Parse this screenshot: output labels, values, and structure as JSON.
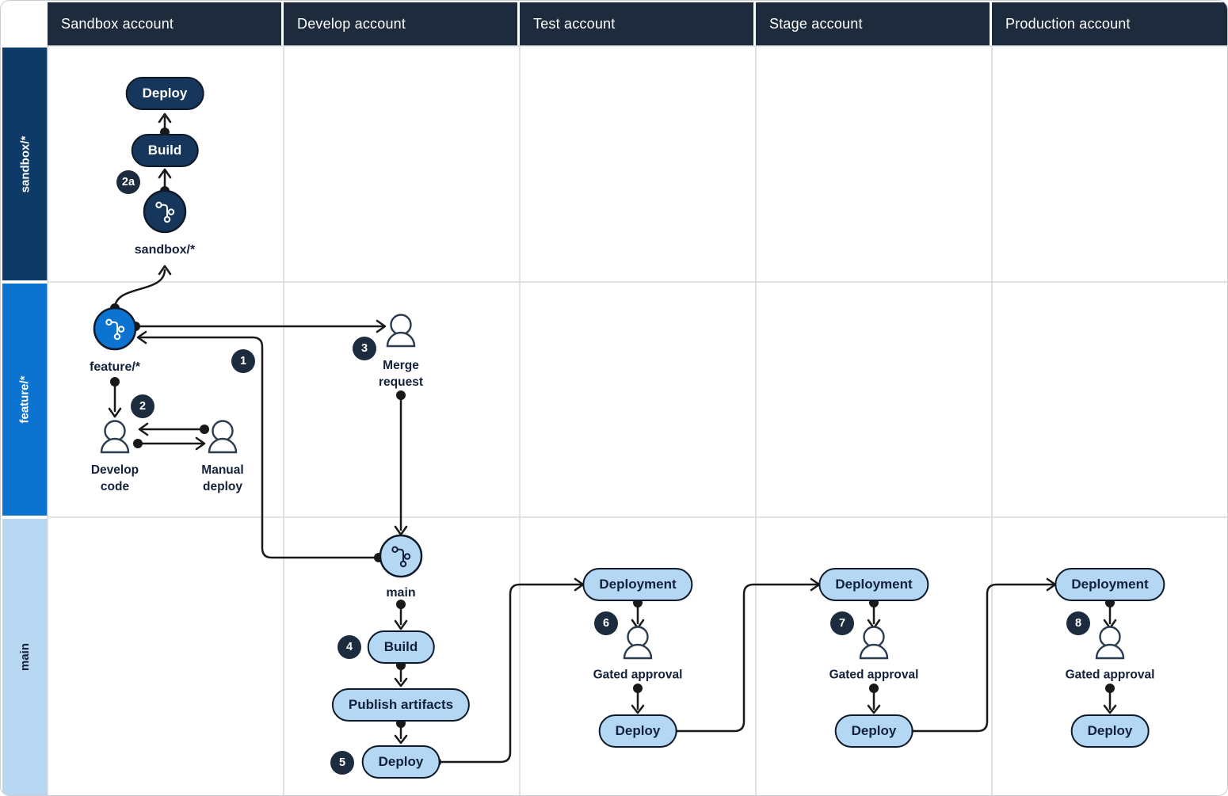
{
  "header": {
    "columns": [
      "Sandbox account",
      "Develop account",
      "Test account",
      "Stage account",
      "Production account"
    ]
  },
  "lanes": {
    "sandbox": "sandbox/*",
    "feature": "feature/*",
    "main": "main"
  },
  "sandbox_lane": {
    "deploy": "Deploy",
    "build": "Build",
    "branch": "sandbox/*",
    "badge_2a": "2a"
  },
  "feature_lane": {
    "branch": "feature/*",
    "badge_1": "1",
    "badge_2": "2",
    "badge_3": "3",
    "develop_code": "Develop code",
    "manual_deploy": "Manual deploy",
    "merge_request": "Merge request"
  },
  "main_lane": {
    "branch": "main",
    "develop": {
      "badge_4": "4",
      "build": "Build",
      "publish": "Publish artifacts",
      "badge_5": "5",
      "deploy": "Deploy"
    },
    "test": {
      "deployment": "Deployment",
      "badge": "6",
      "gated": "Gated approval",
      "deploy": "Deploy"
    },
    "stage": {
      "deployment": "Deployment",
      "badge": "7",
      "gated": "Gated approval",
      "deploy": "Deploy"
    },
    "production": {
      "deployment": "Deployment",
      "badge": "8",
      "gated": "Gated approval",
      "deploy": "Deploy"
    }
  },
  "colors": {
    "header_bg": "#1e2b3c",
    "lane_sandbox_bg": "#0d3a66",
    "lane_feature_bg": "#0d73d1",
    "lane_main_bg": "#b7d6f2",
    "pill_dark_fill": "#16365c",
    "pill_light_fill": "#b4d7f4",
    "node_border": "#0e1a29",
    "badge_bg": "#1c2b3d",
    "connector": "#191919",
    "grid_line": "#d6dade"
  }
}
